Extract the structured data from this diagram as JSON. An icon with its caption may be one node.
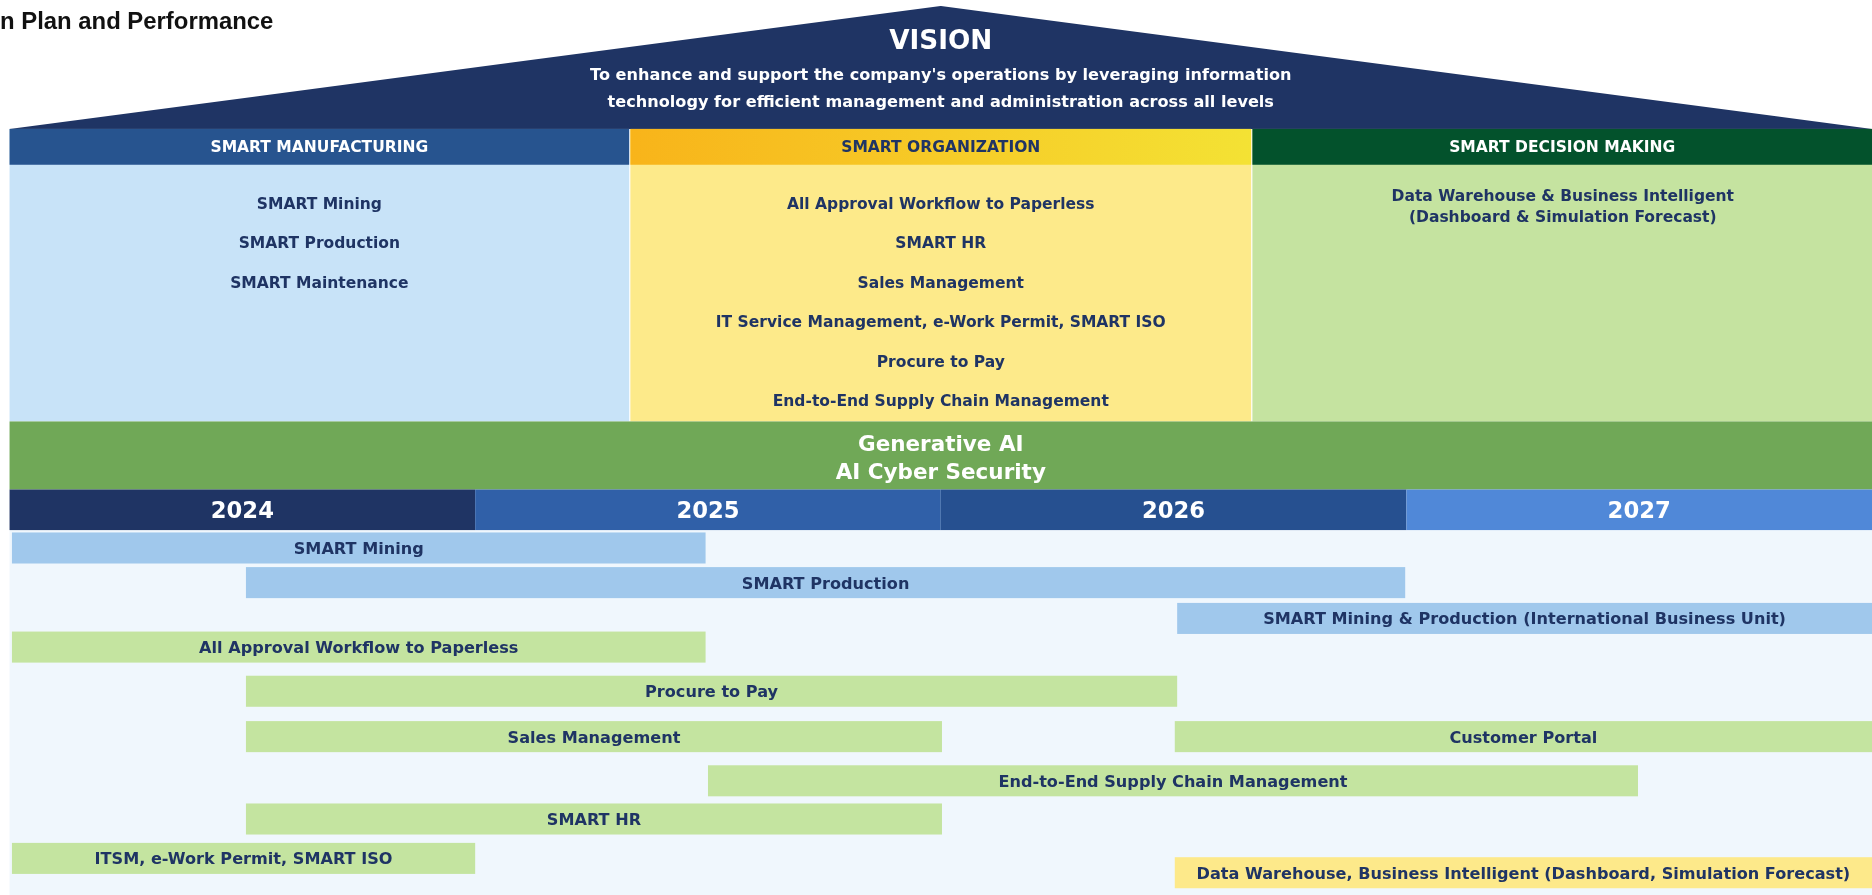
{
  "diagram": {
    "title": "n Plan and Performance",
    "nodes": [
      {
        "text": [
          "VISION",
          "To enhance and support the company's operations by leveraging information technology for efficient management and administration across all levels"
        ]
      },
      {
        "text": [
          "SMART MANUFACTURING",
          "SMART Mining",
          "SMART Production",
          "SMART Maintenance"
        ]
      },
      {
        "text": [
          "SMART ORGANIZATION",
          "All Approval Workflow to Paperless",
          "SMART HR",
          "Sales Management",
          "IT Service Management, e-Work Permit, SMART ISO",
          "Procure to Pay",
          "End-to-End Supply Chain Management"
        ]
      },
      {
        "text": [
          "SMART DECISION MAKING",
          "Data Warehouse & Business Intelligent (Dashboard & Simulation Forecast)"
        ]
      },
      {
        "text": [
          "Generative AI",
          "AI Cyber Security"
        ]
      },
      {
        "text": [
          "SMART Mining"
        ]
      },
      {
        "text": [
          "SMART Production"
        ]
      },
      {
        "text": [
          "SMART Mining & Production (International Business Unit)"
        ]
      },
      {
        "text": [
          "All Approval Workflow to Paperless"
        ]
      },
      {
        "text": [
          "Procure to Pay"
        ]
      },
      {
        "text": [
          "Sales Management"
        ]
      },
      {
        "text": [
          "Customer Portal"
        ]
      },
      {
        "text": [
          "End-to-End Supply Chain Management"
        ]
      },
      {
        "text": [
          "SMART HR"
        ]
      },
      {
        "text": [
          "ITSM, e-Work Permit, SMART ISO"
        ]
      },
      {
        "text": [
          "Data Warehouse, Business Intelligent (Dashboard, Simulation Forecast)"
        ]
      }
    ],
    "labels": [
      "2024",
      "2025",
      "2026",
      "2027"
    ]
  }
}
